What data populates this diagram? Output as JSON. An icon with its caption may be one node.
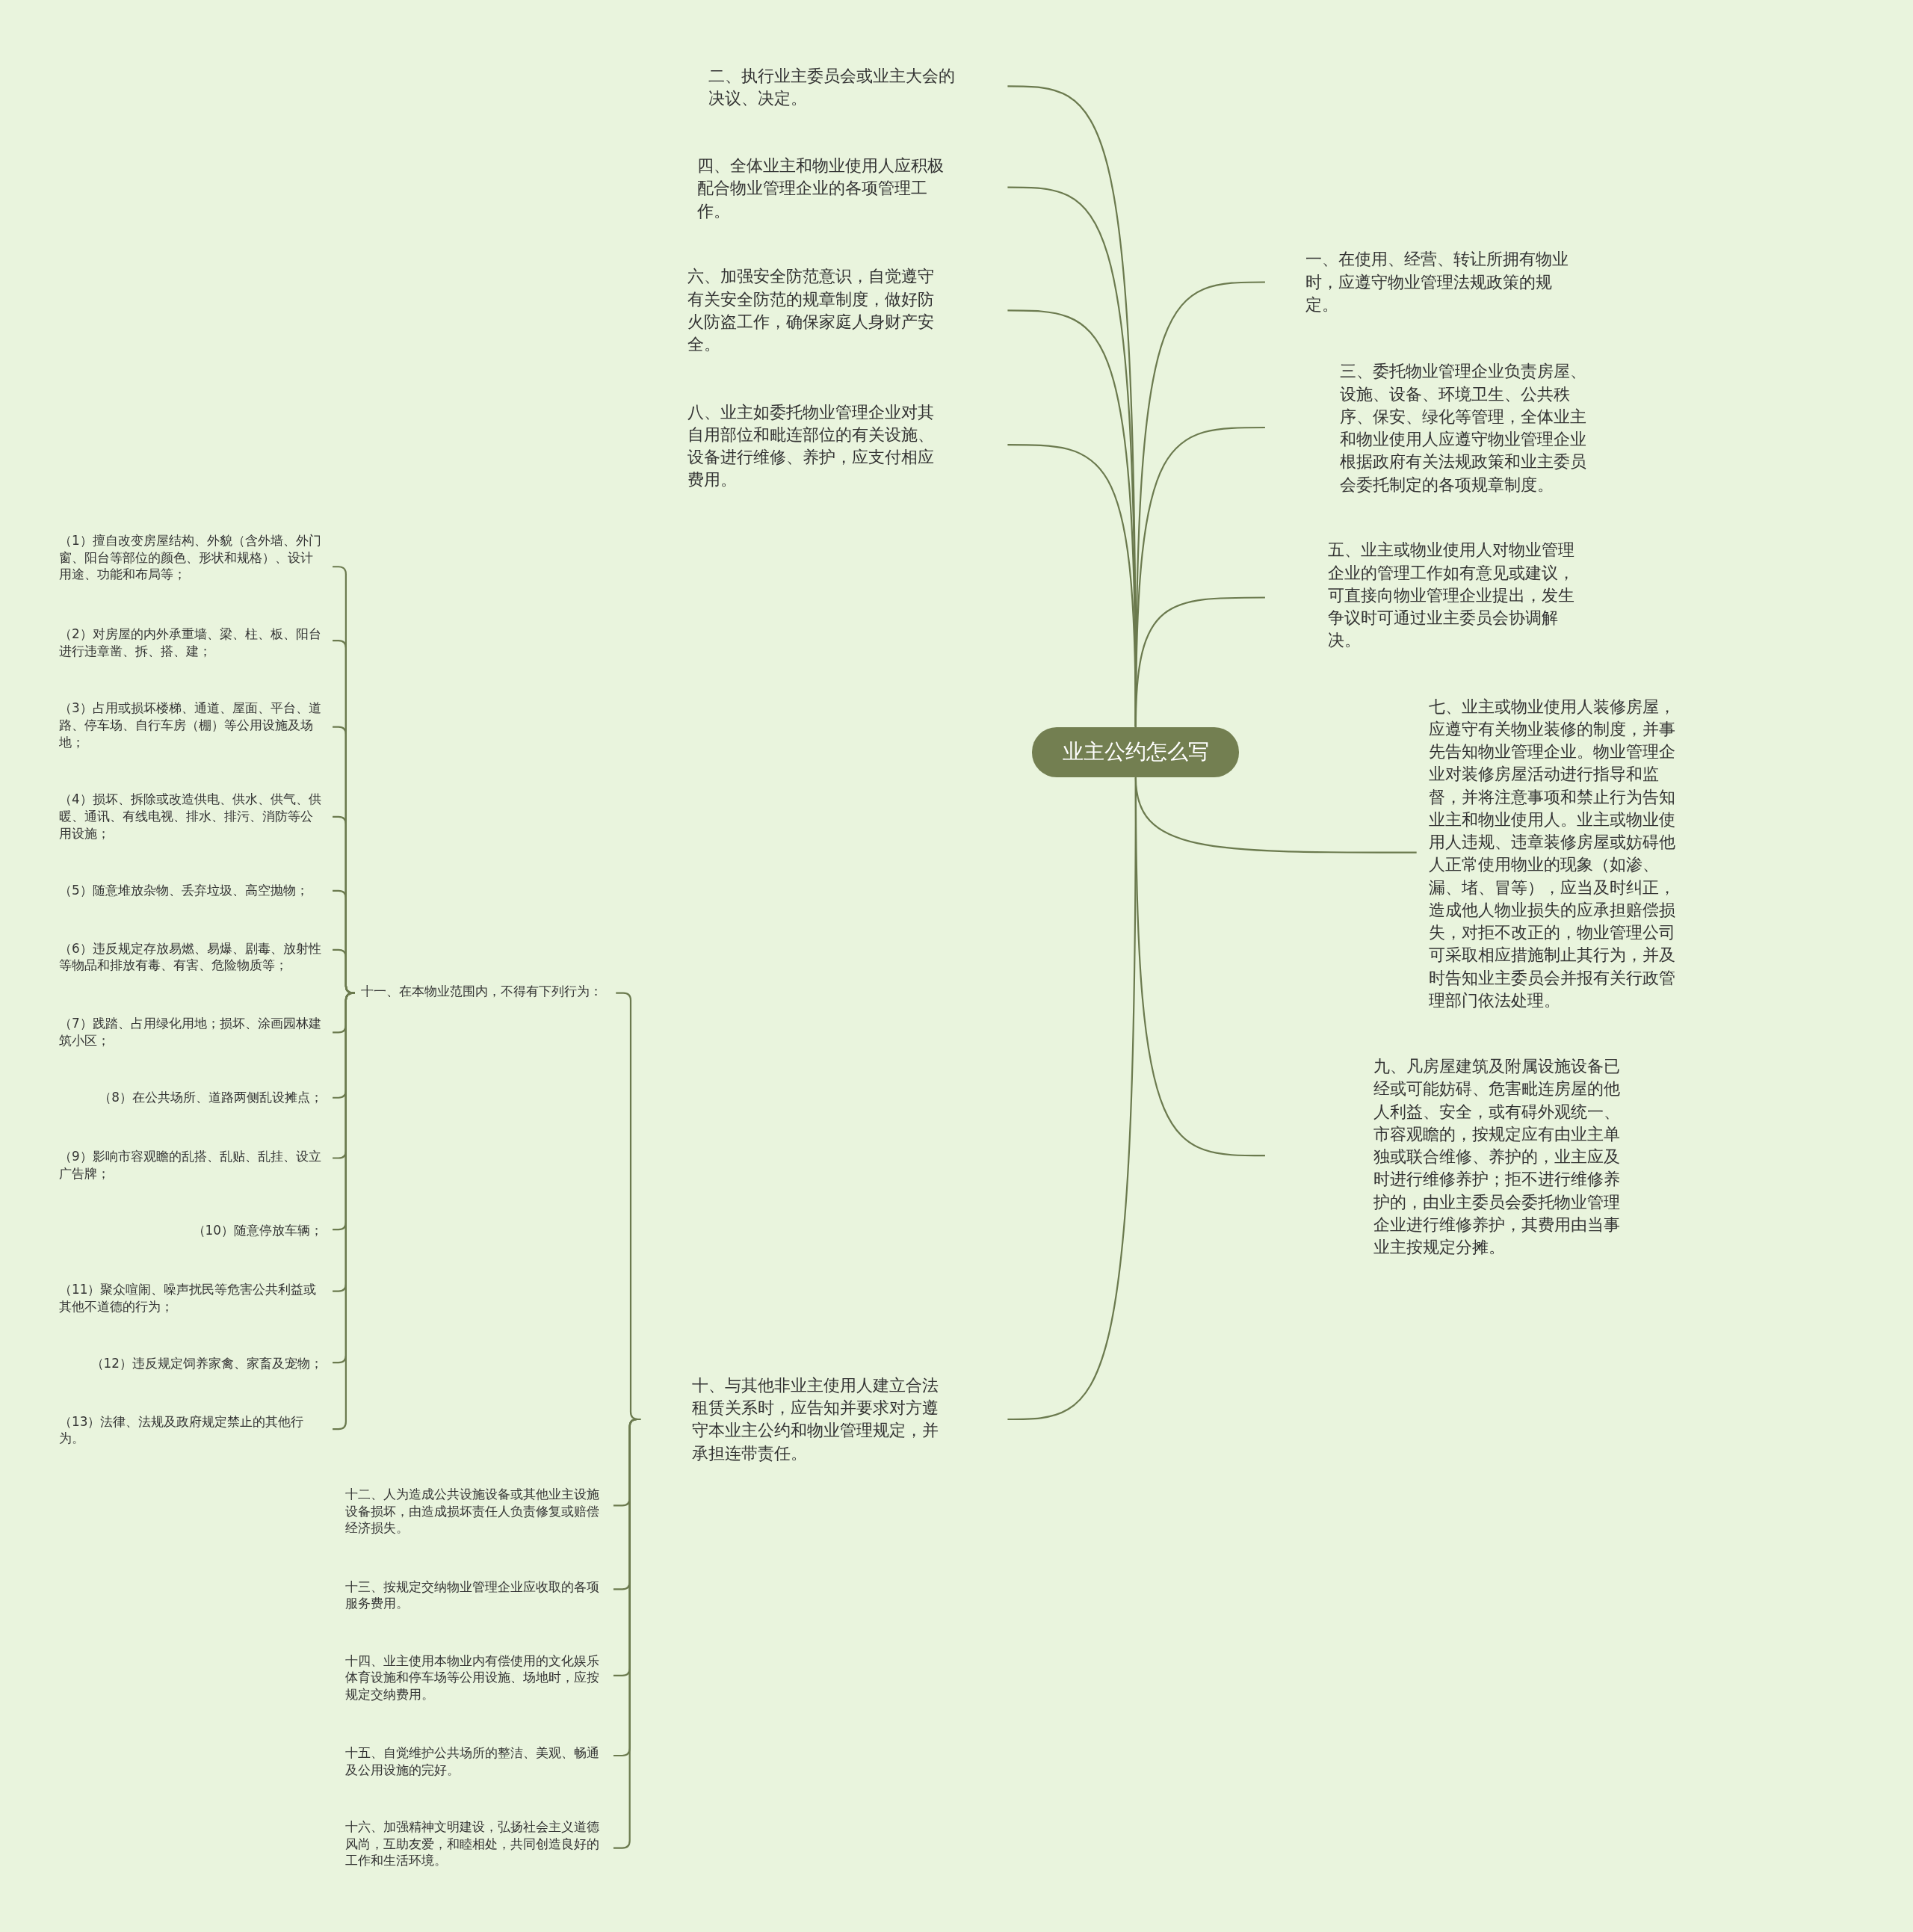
{
  "diagram": {
    "nodes": [
      {
        "text": [
          "业主公约怎么写"
        ]
      },
      {
        "text": [
          "一、在使用、经营、转让所拥有物业时，应遵守物业管理法规政策的规定。"
        ]
      },
      {
        "text": [
          "二、执行业主委员会或业主大会的决议、决定。"
        ]
      },
      {
        "text": [
          "三、委托物业管理企业负责房屋、设施、设备、环境卫生、公共秩序、保安、绿化等管理，全体业主和物业使用人应遵守物业管理企业根据政府有关法规政策和业主委员会委托制定的各项规章制度。"
        ]
      },
      {
        "text": [
          "四、全体业主和物业使用人应积极配合物业管理企业的各项管理工作。"
        ]
      },
      {
        "text": [
          "五、业主或物业使用人对物业管理企业的管理工作如有意见或建议，可直接向物业管理企业提出，发生争议时可通过业主委员会协调解决。"
        ]
      },
      {
        "text": [
          "六、加强安全防范意识，自觉遵守有关安全防范的规章制度，做好防火防盗工作，确保家庭人身财产安全。"
        ]
      },
      {
        "text": [
          "七、业主或物业使用人装修房屋，应遵守有关物业装修的制度，并事先告知物业管理企业。物业管理企业对装修房屋活动进行指导和监督，并将注意事项和禁止行为告知业主和物业使用人。业主或物业使用人违规、违章装修房屋或妨碍他人正常使用物业的现象（如渗、漏、堵、冒等），应当及时纠正，造成他人物业损失的应承担赔偿损失，对拒不改正的，物业管理公司可采取相应措施制止其行为，并及时告知业主委员会并报有关行政管理部门依法处理。"
        ]
      },
      {
        "text": [
          "八、业主如委托物业管理企业对其自用部位和毗连部位的有关设施、设备进行维修、养护，应支付相应费用。"
        ]
      },
      {
        "text": [
          "九、凡房屋建筑及附属设施设备已经或可能妨碍、危害毗连房屋的他人利益、安全，或有碍外观统一、市容观瞻的，按规定应有由业主单独或联合维修、养护的，业主应及时进行维修养护；拒不进行维修养护的，由业主委员会委托物业管理企业进行维修养护，其费用由当事业主按规定分摊。"
        ]
      },
      {
        "text": [
          "十、与其他非业主使用人建立合法租赁关系时，应告知并要求对方遵守本业主公约和物业管理规定，并承担连带责任。"
        ]
      },
      {
        "text": [
          "十一、在本物业范围内，不得有下列行为："
        ]
      },
      {
        "text": [
          "（1）擅自改变房屋结构、外貌（含外墙、外门窗、阳台等部位的颜色、形状和规格）、设计用途、功能和布局等；"
        ]
      },
      {
        "text": [
          "（2）对房屋的内外承重墙、梁、柱、板、阳台进行违章凿、拆、搭、建；"
        ]
      },
      {
        "text": [
          "（3）占用或损坏楼梯、通道、屋面、平台、道路、停车场、自行车房（棚）等公用设施及场地；"
        ]
      },
      {
        "text": [
          "（4）损坏、拆除或改造供电、供水、供气、供暖、通讯、有线电视、排水、排污、消防等公用设施；"
        ]
      },
      {
        "text": [
          "（5）随意堆放杂物、丢弃垃圾、高空抛物；"
        ]
      },
      {
        "text": [
          "（6）违反规定存放易燃、易爆、剧毒、放射性等物品和排放有毒、有害、危险物质等；"
        ]
      },
      {
        "text": [
          "（7）践踏、占用绿化用地；损坏、涂画园林建筑小区；"
        ]
      },
      {
        "text": [
          "（8）在公共场所、道路两侧乱设摊点；"
        ]
      },
      {
        "text": [
          "（9）影响市容观瞻的乱搭、乱贴、乱挂、设立广告牌；"
        ]
      },
      {
        "text": [
          "（10）随意停放车辆；"
        ]
      },
      {
        "text": [
          "（11）聚众喧闹、噪声扰民等危害公共利益或其他不道德的行为；"
        ]
      },
      {
        "text": [
          "（12）违反规定饲养家禽、家畜及宠物；"
        ]
      },
      {
        "text": [
          "（13）法律、法规及政府规定禁止的其他行为。"
        ]
      },
      {
        "text": [
          "十二、人为造成公共设施设备或其他业主设施设备损坏，由造成损坏责任人负责修复或赔偿经济损失。"
        ]
      },
      {
        "text": [
          "十三、按规定交纳物业管理企业应收取的各项服务费用。"
        ]
      },
      {
        "text": [
          "十四、业主使用本物业内有偿使用的文化娱乐体育设施和停车场等公用设施、场地时，应按规定交纳费用。"
        ]
      },
      {
        "text": [
          "十五、自觉维护公共场所的整洁、美观、畅通及公用设施的完好。"
        ]
      },
      {
        "text": [
          "十六、加强精神文明建设，弘扬社会主义道德风尚，互助友爱，和睦相处，共同创造良好的工作和生活环境。"
        ]
      }
    ],
    "edges": [
      {
        "from": 0,
        "to": 1,
        "arrow": "none"
      },
      {
        "from": 0,
        "to": 2,
        "arrow": "none"
      },
      {
        "from": 0,
        "to": 3,
        "arrow": "none"
      },
      {
        "from": 0,
        "to": 4,
        "arrow": "none"
      },
      {
        "from": 0,
        "to": 5,
        "arrow": "none"
      },
      {
        "from": 0,
        "to": 6,
        "arrow": "none"
      },
      {
        "from": 0,
        "to": 7,
        "arrow": "none"
      },
      {
        "from": 0,
        "to": 8,
        "arrow": "none"
      },
      {
        "from": 0,
        "to": 9,
        "arrow": "none"
      },
      {
        "from": 0,
        "to": 10,
        "arrow": "none"
      },
      {
        "from": 10,
        "to": 11,
        "arrow": "none"
      },
      {
        "from": 11,
        "to": 12,
        "arrow": "none"
      },
      {
        "from": 11,
        "to": 13,
        "arrow": "none"
      },
      {
        "from": 11,
        "to": 14,
        "arrow": "none"
      },
      {
        "from": 11,
        "to": 15,
        "arrow": "none"
      },
      {
        "from": 11,
        "to": 16,
        "arrow": "none"
      },
      {
        "from": 11,
        "to": 17,
        "arrow": "none"
      },
      {
        "from": 11,
        "to": 18,
        "arrow": "none"
      },
      {
        "from": 11,
        "to": 19,
        "arrow": "none"
      },
      {
        "from": 11,
        "to": 20,
        "arrow": "none"
      },
      {
        "from": 11,
        "to": 21,
        "arrow": "none"
      },
      {
        "from": 11,
        "to": 22,
        "arrow": "none"
      },
      {
        "from": 11,
        "to": 23,
        "arrow": "none"
      },
      {
        "from": 11,
        "to": 24,
        "arrow": "none"
      },
      {
        "from": 10,
        "to": 25,
        "arrow": "none"
      },
      {
        "from": 10,
        "to": 26,
        "arrow": "none"
      },
      {
        "from": 10,
        "to": 27,
        "arrow": "none"
      },
      {
        "from": 10,
        "to": 28,
        "arrow": "none"
      },
      {
        "from": 10,
        "to": 29,
        "arrow": "none"
      }
    ]
  }
}
